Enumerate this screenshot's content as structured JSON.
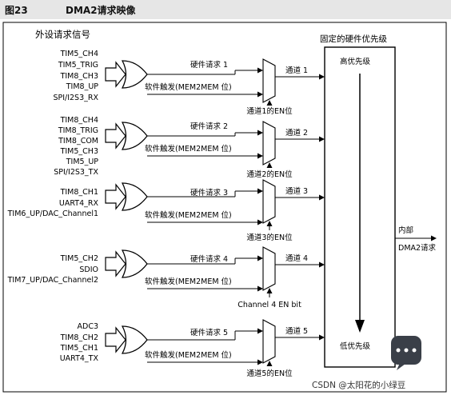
{
  "figure": {
    "number": "图23",
    "title": "DMA2请求映像"
  },
  "left_header": "外设请求信号",
  "priority_header": "固定的硬件优先级",
  "high_priority": "高优先级",
  "low_priority": "低优先级",
  "internal": "内部",
  "dma_request": "DMA2请求",
  "rows": [
    {
      "signals": [
        "TIM5_CH4",
        "TIM5_TRIG",
        "TIM8_CH3",
        "TIM8_UP",
        "SPI/I2S3_RX"
      ],
      "hw": "硬件请求 1",
      "sw": "软件触发(MEM2MEM 位)",
      "channel": "通道 1",
      "en": "通道1的EN位"
    },
    {
      "signals": [
        "TIM8_CH4",
        "TIM8_TRIG",
        "TIM8_COM",
        "TIM5_CH3",
        "TIM5_UP",
        "SPI/I2S3_TX"
      ],
      "hw": "硬件请求 2",
      "sw": "软件触发(MEM2MEM 位)",
      "channel": "通道 2",
      "en": "通道2的EN位"
    },
    {
      "signals": [
        "TIM8_CH1",
        "UART4_RX",
        "TIM6_UP/DAC_Channel1"
      ],
      "hw": "硬件请求 3",
      "sw": "软件触发(MEM2MEM 位)",
      "channel": "通道 3",
      "en": "通道3的EN位"
    },
    {
      "signals": [
        "TIM5_CH2",
        "SDIO",
        "TIM7_UP/DAC_Channel2"
      ],
      "hw": "硬件请求 4",
      "sw": "软件触发(MEM2MEM 位)",
      "channel": "通道 4",
      "en": "Channel 4 EN bit"
    },
    {
      "signals": [
        "ADC3",
        "TIM8_CH2",
        "TIM5_CH1",
        "UART4_TX"
      ],
      "hw": "硬件请求 5",
      "sw": "软件触发(MEM2MEM 位)",
      "channel": "通道 5",
      "en": "通道5的EN位"
    }
  ],
  "watermark": "CSDN @太阳花的小绿豆"
}
